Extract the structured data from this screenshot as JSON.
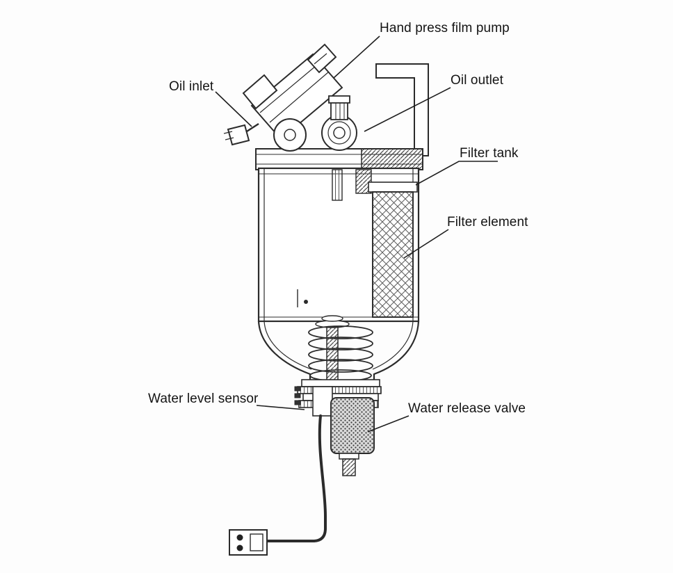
{
  "colors": {
    "ink": "#2b2b2b",
    "background": "#fdfdfd"
  },
  "labels": {
    "hand_press_film_pump": "Hand press film pump",
    "oil_inlet": "Oil inlet",
    "oil_outlet": "Oil outlet",
    "filter_tank": "Filter tank",
    "filter_element": "Filter element",
    "water_level_sensor": "Water level sensor",
    "water_release_valve": "Water release valve"
  }
}
